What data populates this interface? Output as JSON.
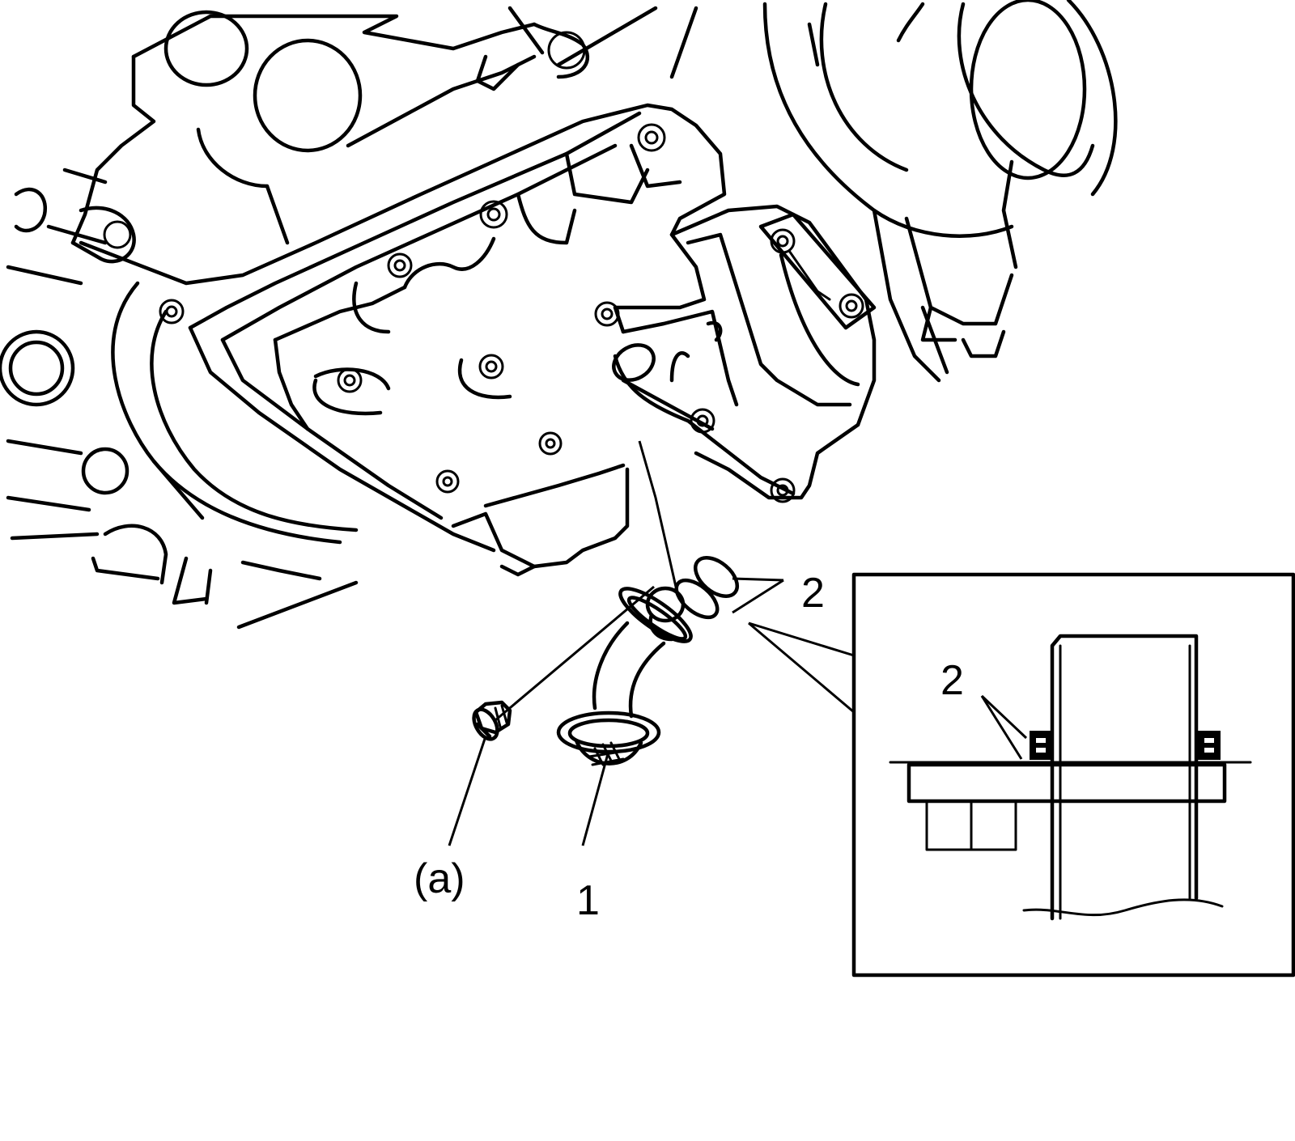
{
  "callouts": {
    "strainer": "1",
    "o_ring": "2",
    "o_ring_detail": "2",
    "bolt": "(a)"
  }
}
